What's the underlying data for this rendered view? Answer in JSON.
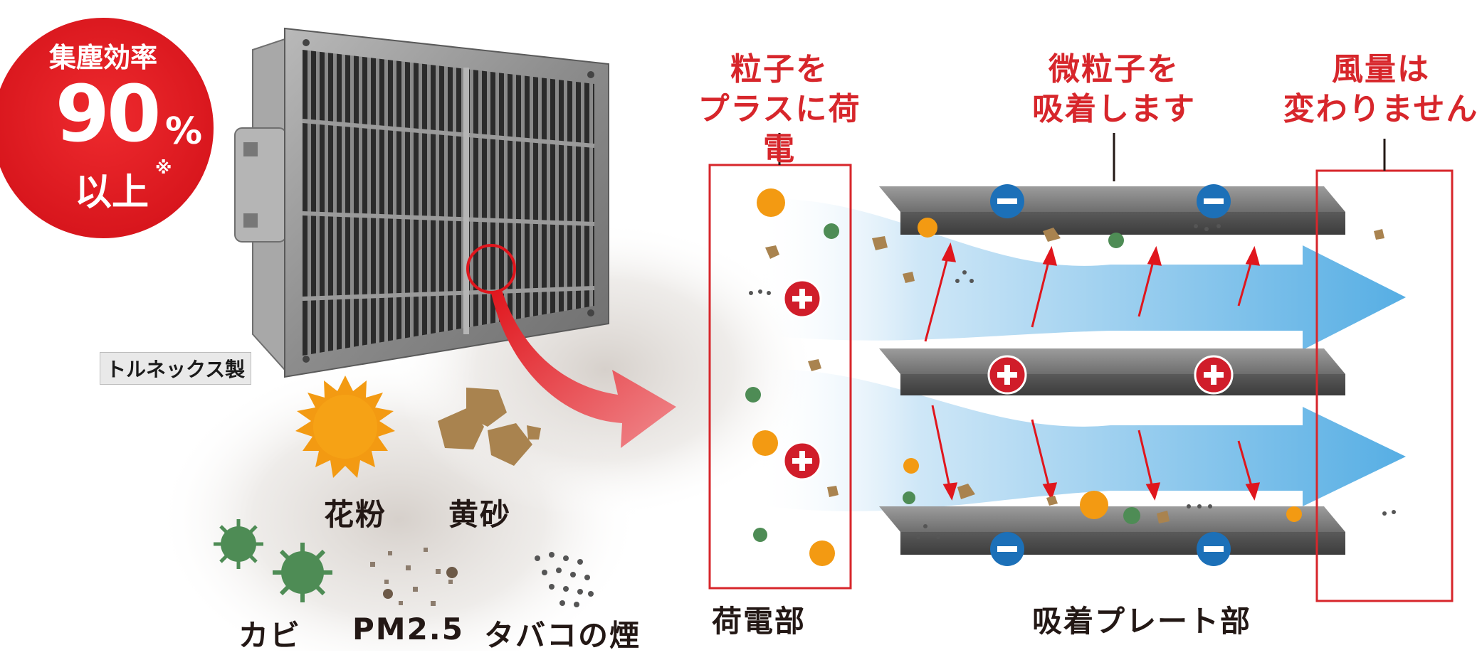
{
  "badge": {
    "title": "集塵効率",
    "number": "90",
    "percent": "%",
    "suffix": "以上",
    "note_mark": "※"
  },
  "product_tag": "トルネックス製",
  "particles": {
    "pollen": "花粉",
    "yellow_sand": "黄砂",
    "mold": "カビ",
    "pm25": "PM2.5",
    "smoke": "タバコの煙"
  },
  "callouts": {
    "charge": "粒子を\nプラスに荷電",
    "adsorb": "微粒子を\n吸着します",
    "airflow": "風量は\n変わりません"
  },
  "sections": {
    "charging": "荷電部",
    "plates": "吸着プレート部"
  },
  "colors": {
    "accent_red": "#d7262b",
    "minus_blue": "#1c70b8",
    "plus_red": "#d01d2a",
    "pollen_orange": "#f39a12",
    "sand_brown": "#a9834f",
    "mold_green": "#4e8c55",
    "airflow_blue": "#56aee4"
  },
  "icons": [
    "minus-icon",
    "plus-icon",
    "pollen-icon",
    "sand-icon",
    "mold-icon",
    "pm25-icon",
    "smoke-icon",
    "flow-arrow-icon"
  ]
}
